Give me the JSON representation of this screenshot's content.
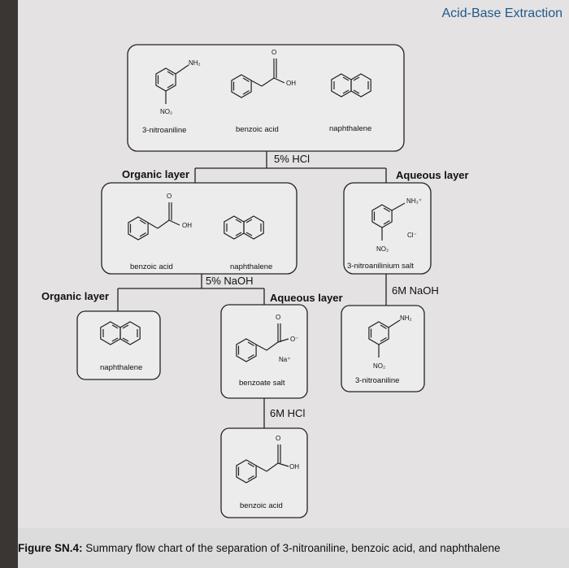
{
  "header": {
    "title": "Acid-Base Extraction"
  },
  "start_box": {
    "compounds": [
      "3-nitroaniline",
      "benzoic acid",
      "naphthalene"
    ]
  },
  "step1": {
    "reagent": "5% HCl",
    "organic_label": "Organic layer",
    "aqueous_label": "Aqueous layer",
    "organic_compounds": [
      "benzoic acid",
      "naphthalene"
    ],
    "aqueous_compound": "3-nitroanilinium salt"
  },
  "step2": {
    "reagent": "5% NaOH",
    "organic_label": "Organic layer",
    "aqueous_label": "Aqueous layer",
    "organic_compound": "naphthalene",
    "aqueous_compound": "benzoate salt"
  },
  "step3": {
    "reagent": "6M NaOH",
    "product": "3-nitroaniline"
  },
  "step4": {
    "reagent": "6M HCl",
    "product": "benzoic acid"
  },
  "atoms": {
    "nh2": "NH₂",
    "nh3": "NH₃⁺",
    "no2": "NO₂",
    "oh": "OH",
    "o": "O",
    "o_minus": "O⁻",
    "na_plus": "Na⁺",
    "cl_minus": "Cl⁻"
  },
  "caption": {
    "label": "Figure SN.4:",
    "text": " Summary flow chart of the separation of 3-nitroaniline, benzoic acid, and naphthalene"
  }
}
